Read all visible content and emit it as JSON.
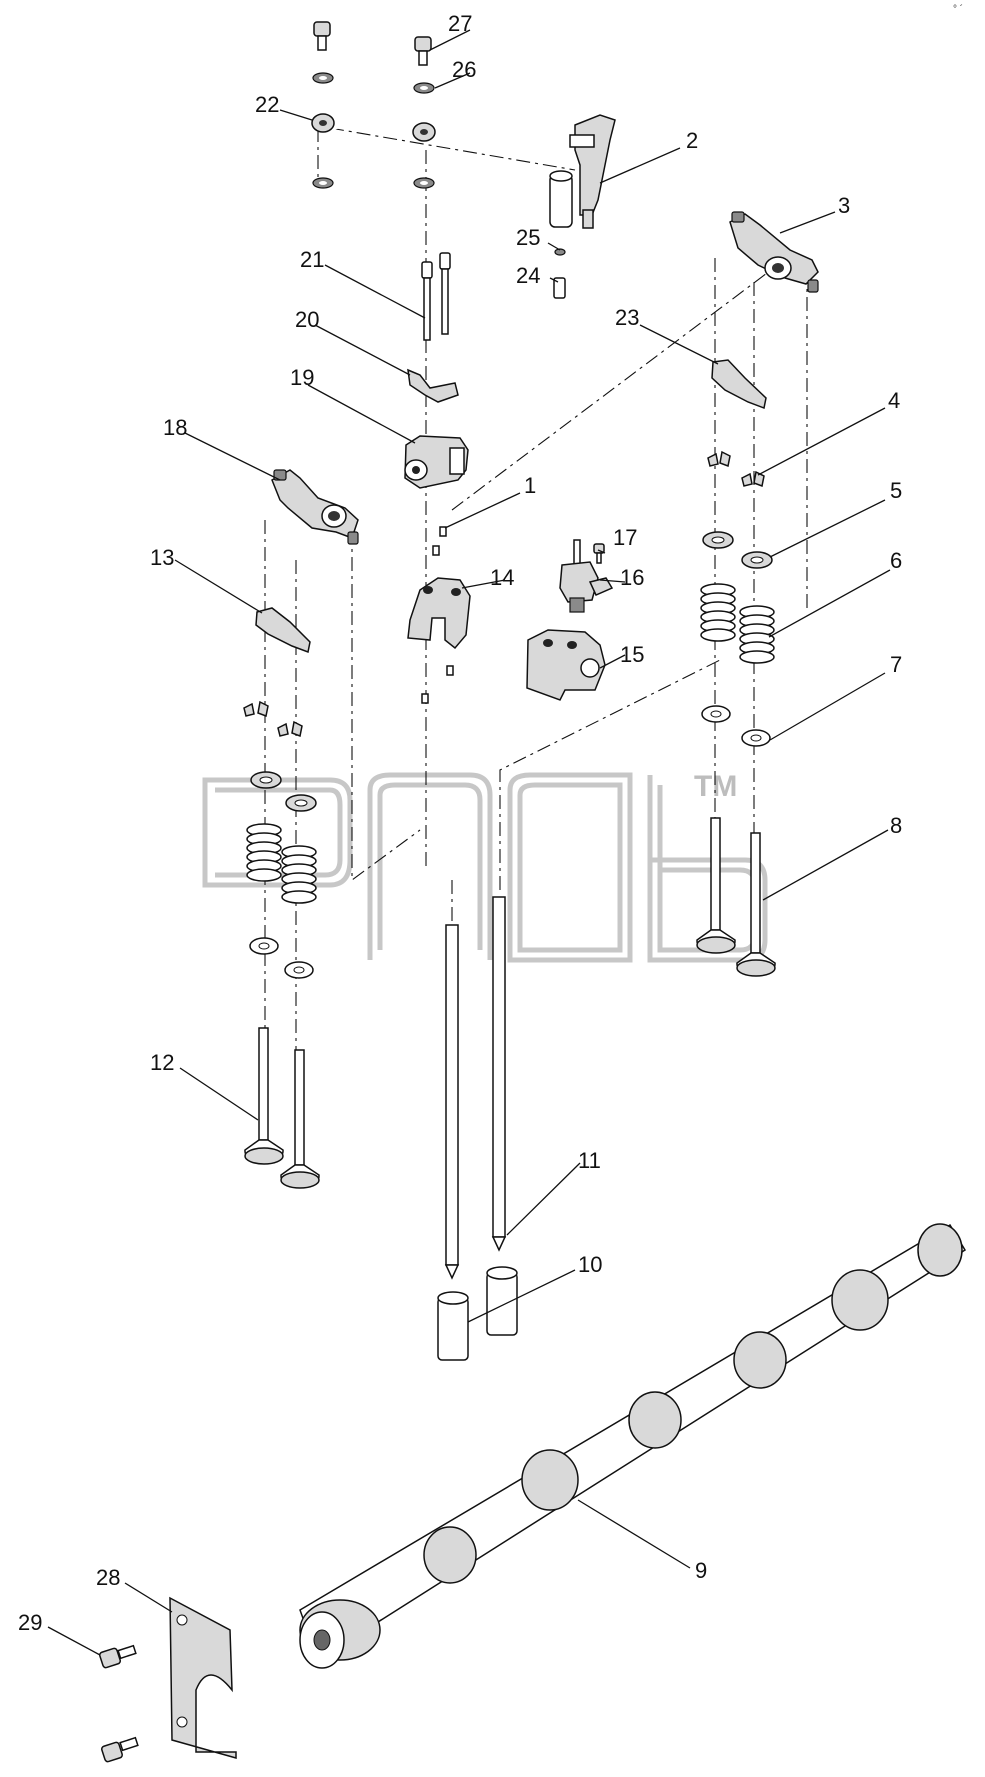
{
  "watermark": {
    "trademark": "TM"
  },
  "corner_mark": "° ´",
  "callouts": [
    {
      "id": "1",
      "label": "1"
    },
    {
      "id": "2",
      "label": "2"
    },
    {
      "id": "3",
      "label": "3"
    },
    {
      "id": "4",
      "label": "4"
    },
    {
      "id": "5",
      "label": "5"
    },
    {
      "id": "6",
      "label": "6"
    },
    {
      "id": "7",
      "label": "7"
    },
    {
      "id": "8",
      "label": "8"
    },
    {
      "id": "9",
      "label": "9"
    },
    {
      "id": "10",
      "label": "10"
    },
    {
      "id": "11",
      "label": "11"
    },
    {
      "id": "12",
      "label": "12"
    },
    {
      "id": "13",
      "label": "13"
    },
    {
      "id": "14",
      "label": "14"
    },
    {
      "id": "15",
      "label": "15"
    },
    {
      "id": "16",
      "label": "16"
    },
    {
      "id": "17",
      "label": "17"
    },
    {
      "id": "18",
      "label": "18"
    },
    {
      "id": "19",
      "label": "19"
    },
    {
      "id": "20",
      "label": "20"
    },
    {
      "id": "21",
      "label": "21"
    },
    {
      "id": "22",
      "label": "22"
    },
    {
      "id": "23",
      "label": "23"
    },
    {
      "id": "24",
      "label": "24"
    },
    {
      "id": "25",
      "label": "25"
    },
    {
      "id": "26",
      "label": "26"
    },
    {
      "id": "27",
      "label": "27"
    },
    {
      "id": "28",
      "label": "28"
    },
    {
      "id": "29",
      "label": "29"
    }
  ]
}
